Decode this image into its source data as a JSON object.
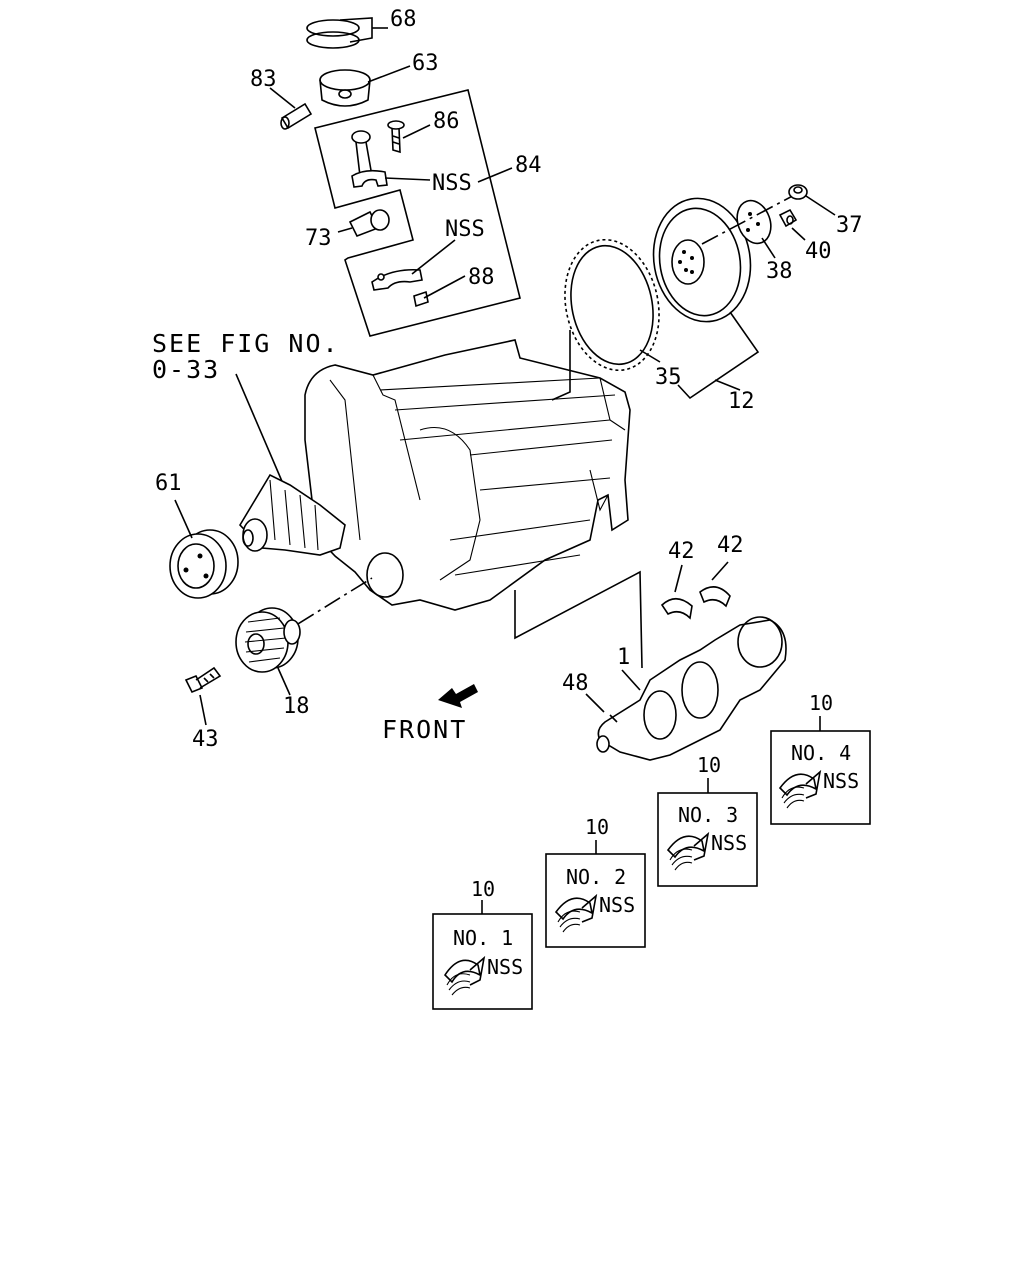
{
  "reference": {
    "line1": "SEE FIG NO.",
    "line2": "0-33"
  },
  "front_label": "FRONT",
  "nss": "NSS",
  "callouts": {
    "ring": "68",
    "piston": "63",
    "pin": "83",
    "bolt_rod": "86",
    "rod_assembly": "84",
    "bushing": "73",
    "nut": "88",
    "flywheel_bolt": "37",
    "washer_bolt": "40",
    "plate": "38",
    "ring_gear": "35",
    "flywheel_assembly": "12",
    "pulley": "61",
    "damper": "18",
    "bolt_damper": "43",
    "thrust_washer_a": "42",
    "thrust_washer_b": "42",
    "crankshaft": "1",
    "key": "48"
  },
  "bearings": [
    {
      "callout": "10",
      "label": "NO. 1"
    },
    {
      "callout": "10",
      "label": "NO. 2"
    },
    {
      "callout": "10",
      "label": "NO. 3"
    },
    {
      "callout": "10",
      "label": "NO. 4"
    }
  ]
}
